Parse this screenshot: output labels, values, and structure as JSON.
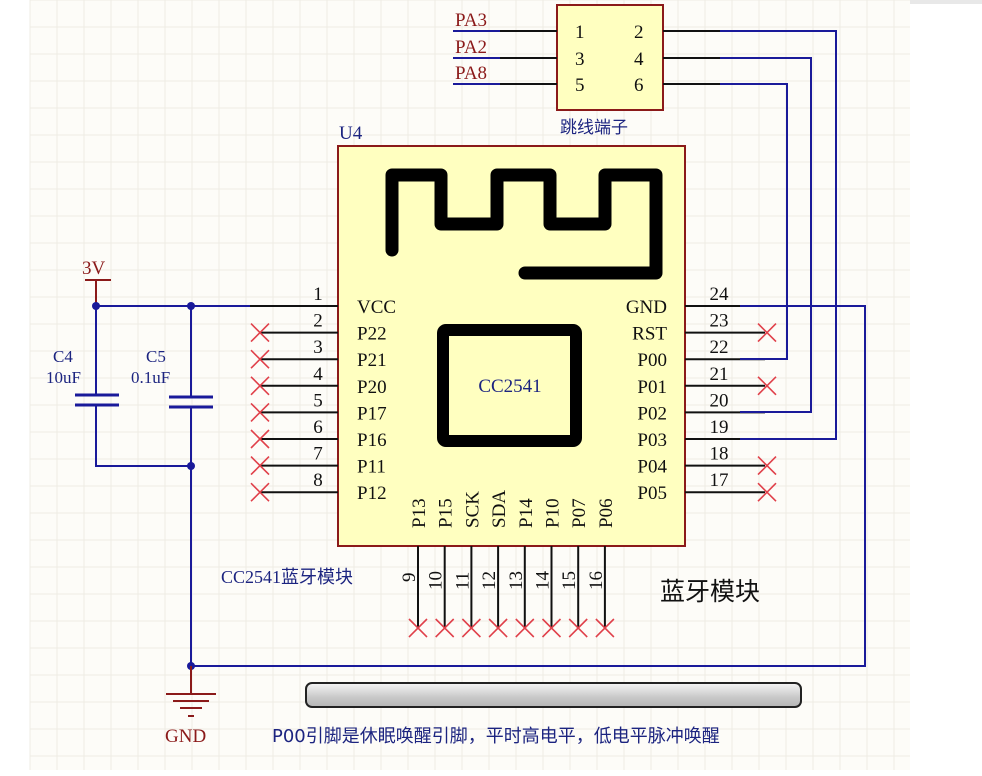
{
  "schematic": {
    "colors": {
      "wire": "#1a1a9a",
      "pin": "#111111",
      "power": "#8b1a1a",
      "no_connect": "#e0404a",
      "component_fill": "#ffffc0",
      "component_border": "#8b1a1a",
      "annotation": "#1c2480"
    },
    "header": {
      "label": "跳线端子",
      "nets": [
        "PA3",
        "PA2",
        "PA8"
      ],
      "pins_left": [
        "1",
        "3",
        "5"
      ],
      "pins_right": [
        "2",
        "4",
        "6"
      ]
    },
    "module": {
      "designator": "U4",
      "chip_label": "CC2541",
      "comment": "CC2541蓝牙模块",
      "left_pins": [
        {
          "num": "1",
          "name": "VCC"
        },
        {
          "num": "2",
          "name": "P22"
        },
        {
          "num": "3",
          "name": "P21"
        },
        {
          "num": "4",
          "name": "P20"
        },
        {
          "num": "5",
          "name": "P17"
        },
        {
          "num": "6",
          "name": "P16"
        },
        {
          "num": "7",
          "name": "P11"
        },
        {
          "num": "8",
          "name": "P12"
        }
      ],
      "right_pins": [
        {
          "num": "24",
          "name": "GND"
        },
        {
          "num": "23",
          "name": "RST"
        },
        {
          "num": "22",
          "name": "P00"
        },
        {
          "num": "21",
          "name": "P01"
        },
        {
          "num": "20",
          "name": "P02"
        },
        {
          "num": "19",
          "name": "P03"
        },
        {
          "num": "18",
          "name": "P04"
        },
        {
          "num": "17",
          "name": "P05"
        }
      ],
      "bottom_pins": [
        {
          "num": "9",
          "name": "P13"
        },
        {
          "num": "10",
          "name": "P15"
        },
        {
          "num": "11",
          "name": "SCK"
        },
        {
          "num": "12",
          "name": "SDA"
        },
        {
          "num": "13",
          "name": "P14"
        },
        {
          "num": "14",
          "name": "P10"
        },
        {
          "num": "15",
          "name": "P07"
        },
        {
          "num": "16",
          "name": "P06"
        }
      ]
    },
    "power": {
      "supply": "3V",
      "ground": "GND"
    },
    "capacitors": [
      {
        "ref": "C4",
        "value": "10uF"
      },
      {
        "ref": "C5",
        "value": "0.1uF"
      }
    ],
    "section_title": "蓝牙模块",
    "caption": "P00引脚是休眠唤醒引脚，平时高电平，低电平脉冲唤醒"
  }
}
